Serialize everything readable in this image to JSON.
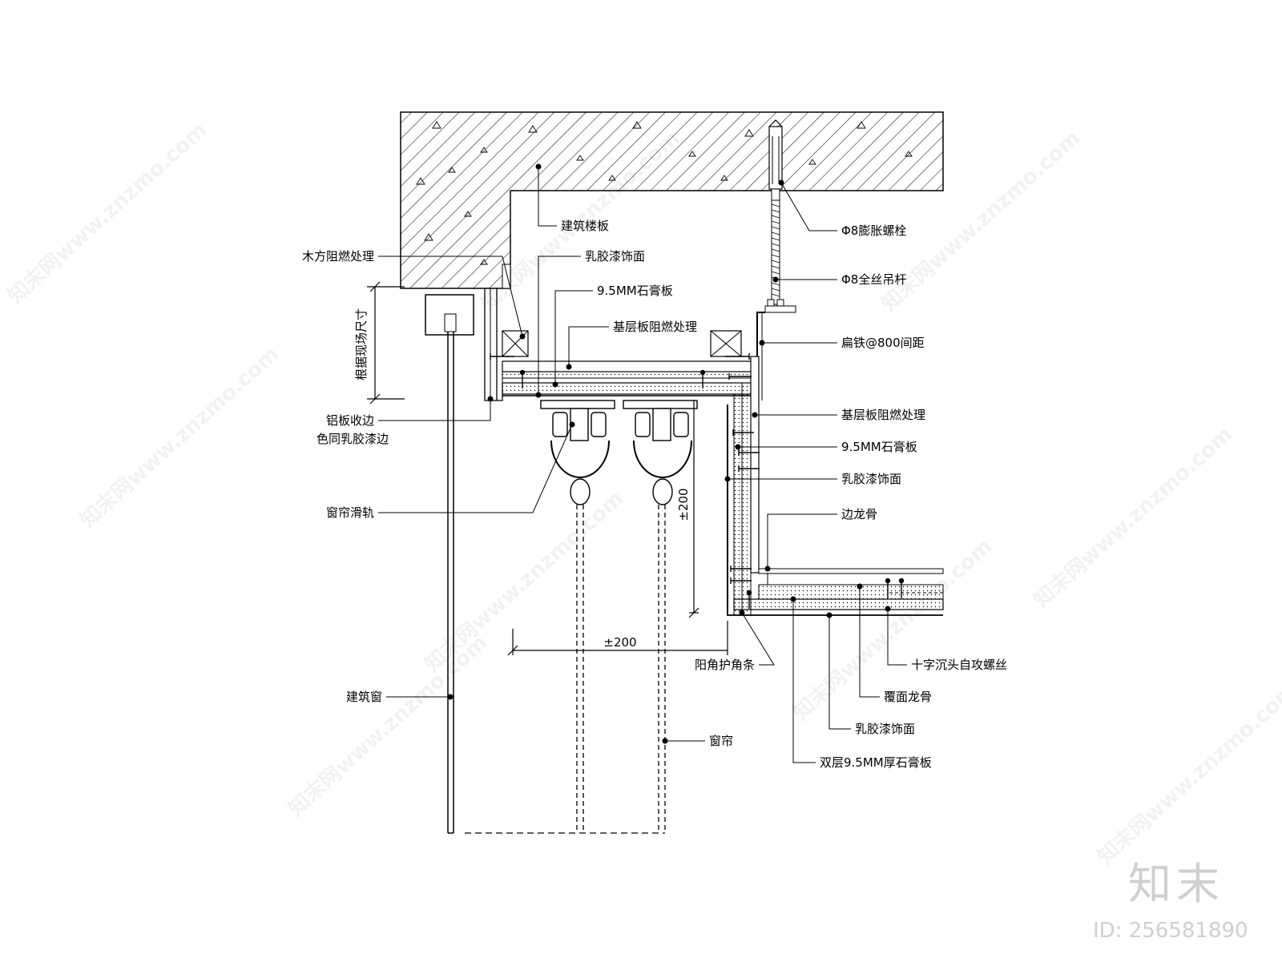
{
  "diagram": {
    "labels": {
      "floor_slab": "建筑楼板",
      "expansion_bolt": "Φ8膨胀螺栓",
      "threaded_rod": "Φ8全丝吊杆",
      "wood_fireproof": "木方阻燃处理",
      "latex_paint_top": "乳胶漆饰面",
      "gypsum_top": "9.5MM石膏板",
      "base_board_fireproof_top": "基层板阻燃处理",
      "flat_iron": "扁铁@800间距",
      "site_dimension": "根据现场尺寸",
      "aluminum_edge_1": "铝板收边",
      "aluminum_edge_2": "色同乳胶漆边",
      "base_board_fireproof_right": "基层板阻燃处理",
      "gypsum_right": "9.5MM石膏板",
      "latex_paint_right": "乳胶漆饰面",
      "curtain_track": "窗帘滑轨",
      "edge_keel": "边龙骨",
      "dim_vertical": "±200",
      "dim_horizontal": "±200",
      "corner_guard": "阳角护角条",
      "self_tapping_screw": "十字沉头自攻螺丝",
      "cover_keel": "覆面龙骨",
      "building_window": "建筑窗",
      "latex_paint_bottom": "乳胶漆饰面",
      "curtain": "窗帘",
      "double_gypsum": "双层9.5MM厚石膏板"
    },
    "watermark_text": "知末网www.znzmo.com",
    "brand": "知末",
    "image_id": "ID: 256581890"
  }
}
